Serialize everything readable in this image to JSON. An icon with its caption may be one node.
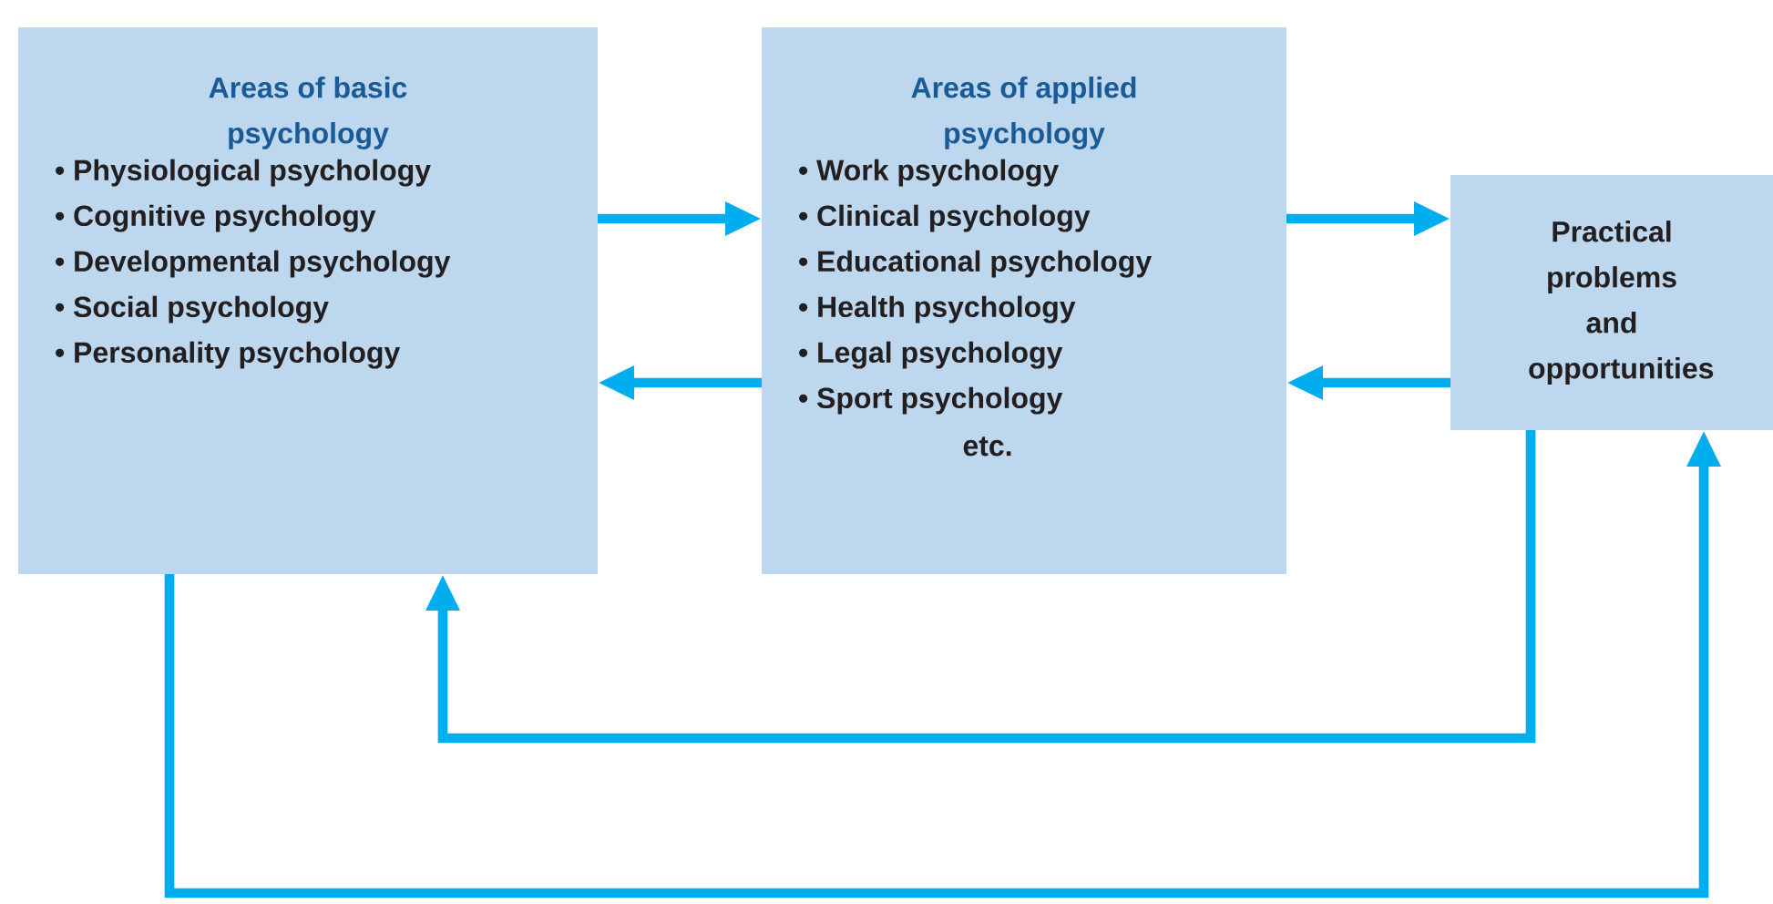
{
  "diagram": {
    "nodes": [
      {
        "text": [
          "Areas of basic psychology",
          "• Physiological psychology",
          "• Cognitive psychology",
          "• Developmental psychology",
          "• Social psychology",
          "• Personality psychology"
        ]
      },
      {
        "text": [
          "Areas of applied psychology",
          "• Work psychology",
          "• Clinical psychology",
          "• Educational psychology",
          "• Health psychology",
          "• Legal psychology",
          "• Sport psychology",
          "etc."
        ]
      },
      {
        "text": [
          "Practical problems and opportunities"
        ]
      }
    ],
    "edges": [
      {
        "from": 0,
        "to": 1,
        "arrow": "to"
      },
      {
        "from": 1,
        "to": 0,
        "arrow": "to"
      },
      {
        "from": 1,
        "to": 2,
        "arrow": "to"
      },
      {
        "from": 2,
        "to": 1,
        "arrow": "to"
      },
      {
        "from": 2,
        "to": 0,
        "arrow": "to"
      },
      {
        "from": 0,
        "to": 2,
        "arrow": "to"
      }
    ]
  }
}
